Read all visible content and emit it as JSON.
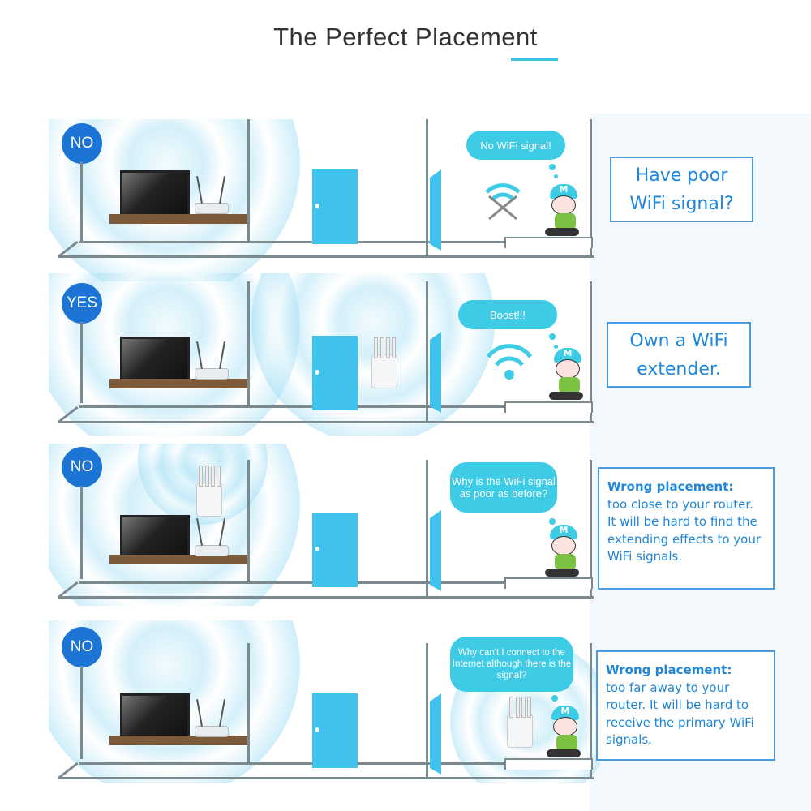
{
  "title": "The Perfect Placement",
  "colors": {
    "accent": "#3ecbe6",
    "badge": "#1c74d4",
    "door": "#3fc2ec",
    "text_box": "#1f86d9"
  },
  "panels": [
    {
      "badge": "NO",
      "bubble": "No WiFi signal!",
      "caption_lines": [
        "Have poor",
        "WiFi signal?"
      ],
      "wifi_icon": "wifi-crossed-icon"
    },
    {
      "badge": "YES",
      "bubble": "Boost!!!",
      "caption_lines": [
        "Own a WiFi",
        "extender."
      ],
      "wifi_icon": "wifi-icon"
    },
    {
      "badge": "NO",
      "bubble": "Why is the WiFi signal as poor as before?",
      "caption_heading": "Wrong placement:",
      "caption_body": "too close to your router. It will be hard to find the extending effects to your WiFi signals."
    },
    {
      "badge": "NO",
      "bubble": "Why can't I connect to the Internet although there is the signal?",
      "caption_heading": "Wrong placement:",
      "caption_body": "too far away to your router. It will be hard to receive the primary WiFi signals."
    }
  ]
}
